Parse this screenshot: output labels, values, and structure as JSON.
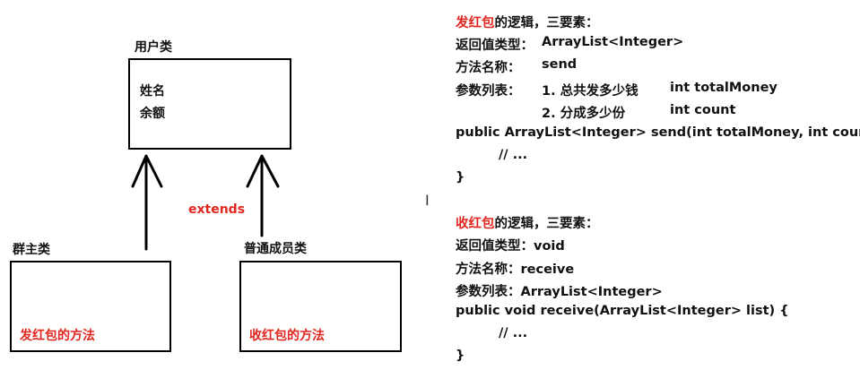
{
  "diagram": {
    "user_class": {
      "title": "用户类",
      "fields": [
        "姓名",
        "余额"
      ]
    },
    "group_owner": {
      "title": "群主类",
      "method": "发红包的方法"
    },
    "member": {
      "title": "普通成员类",
      "method": "收红包的方法"
    },
    "relation": "extends"
  },
  "send": {
    "heading_red": "发红包",
    "heading_rest": "的逻辑，三要素：",
    "return_label": "返回值类型：",
    "return_value": "ArrayList<Integer>",
    "name_label": "方法名称：",
    "name_value": "send",
    "params_label": "参数列表：",
    "param1_desc": "1. 总共发多少钱",
    "param1_code": "int totalMoney",
    "param2_desc": "2. 分成多少份",
    "param2_code": "int count",
    "signature": "public ArrayList<Integer> send(int totalMoney, int count) {",
    "body": "// ...",
    "close": "}"
  },
  "receive": {
    "heading_red": "收红包",
    "heading_rest": "的逻辑，三要素：",
    "return_line": "返回值类型：void",
    "name_line": "方法名称：receive",
    "params_line": "参数列表：ArrayList<Integer>",
    "signature": "public void receive(ArrayList<Integer> list) {",
    "body": "// ...",
    "close": "}"
  },
  "colors": {
    "accent_red": "#e0261f",
    "stroke": "#000000"
  }
}
